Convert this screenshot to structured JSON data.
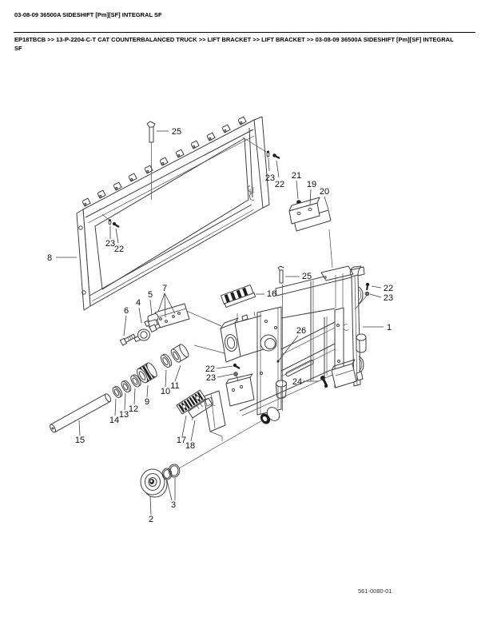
{
  "page": {
    "header_title": "03-08-09 36500A SIDESHIFT [Pm][SF] INTEGRAL SF",
    "breadcrumb": "EP18TBCB >> 13-P-2204-C-T CAT COUNTERBALANCED TRUCK >> LIFT BRACKET >> LIFT BRACKET >> 03-08-09 36500A SIDESHIFT [Pm][SF] INTEGRAL SF",
    "drawing_number": "561-0080-01"
  },
  "diagram": {
    "type": "exploded-parts-diagram",
    "ink_color": "#3f3f3f",
    "background": "#ffffff",
    "callouts": [
      {
        "label": "25"
      },
      {
        "label": "23"
      },
      {
        "label": "22"
      },
      {
        "label": "8"
      },
      {
        "label": "23"
      },
      {
        "label": "22"
      },
      {
        "label": "21"
      },
      {
        "label": "19"
      },
      {
        "label": "20"
      },
      {
        "label": "25"
      },
      {
        "label": "16"
      },
      {
        "label": "22"
      },
      {
        "label": "23"
      },
      {
        "label": "1"
      },
      {
        "label": "26"
      },
      {
        "label": "24"
      },
      {
        "label": "22"
      },
      {
        "label": "23"
      },
      {
        "label": "7"
      },
      {
        "label": "5"
      },
      {
        "label": "4"
      },
      {
        "label": "6"
      },
      {
        "label": "11"
      },
      {
        "label": "10"
      },
      {
        "label": "9"
      },
      {
        "label": "12"
      },
      {
        "label": "13"
      },
      {
        "label": "14"
      },
      {
        "label": "15"
      },
      {
        "label": "17"
      },
      {
        "label": "18"
      },
      {
        "label": "2"
      },
      {
        "label": "3"
      }
    ]
  }
}
